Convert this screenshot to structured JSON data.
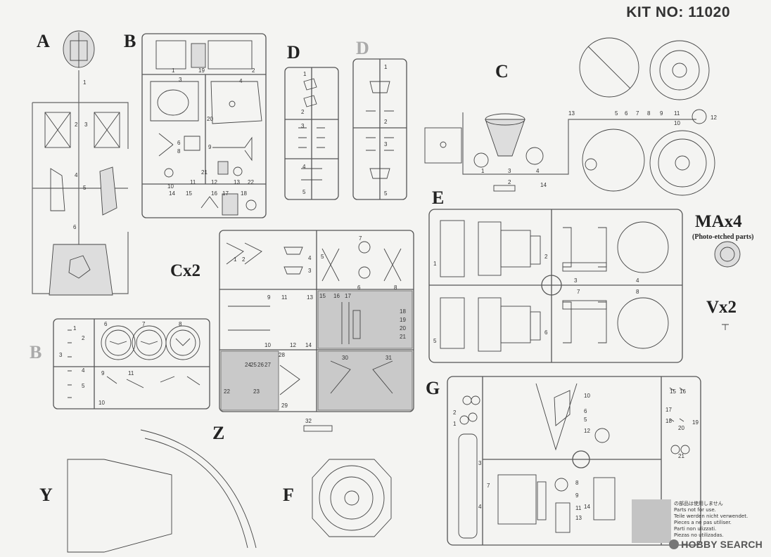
{
  "header": {
    "kit_no": "KIT NO: 11020"
  },
  "sprues": {
    "A": "A",
    "B": "B",
    "B2": "B",
    "C": "C",
    "D": "D",
    "D2": "D",
    "E": "E",
    "F": "F",
    "G": "G",
    "Y": "Y",
    "Z": "Z"
  },
  "multipliers": {
    "cx2": "Cx2",
    "max4": "MAx4",
    "max4_note": "(Photo-etched parts)",
    "vx2": "Vx2"
  },
  "notice": {
    "lines": [
      "の部品は使用しません",
      "Parts not for use.",
      "Teile werden nicht verwendet.",
      "Pieces a ne pas utiliser.",
      "Parti non ulizzati.",
      "Piezas no utilizadas."
    ]
  },
  "watermark": "HOBBY SEARCH",
  "part_numbers": {
    "A": [
      "1",
      "2",
      "3",
      "4",
      "5",
      "6"
    ],
    "B": [
      "1",
      "2",
      "3",
      "4",
      "5",
      "6",
      "7",
      "8",
      "9",
      "10",
      "11",
      "12",
      "13",
      "14",
      "15",
      "16",
      "17",
      "18",
      "19",
      "20",
      "21",
      "22"
    ],
    "C": [
      "1",
      "2",
      "3",
      "4",
      "5",
      "6",
      "7",
      "8",
      "9",
      "10",
      "11",
      "12",
      "13",
      "14"
    ],
    "Z": [
      "1",
      "2",
      "3",
      "4",
      "5",
      "6",
      "7",
      "8",
      "9",
      "10",
      "11",
      "12",
      "13",
      "14",
      "15",
      "16",
      "17",
      "18",
      "19",
      "20",
      "21",
      "22",
      "23",
      "24",
      "25",
      "26",
      "27",
      "28",
      "29",
      "30",
      "31",
      "32"
    ],
    "E": [
      "1",
      "2",
      "3",
      "4",
      "5",
      "6",
      "7",
      "8"
    ],
    "G": [
      "1",
      "2",
      "3",
      "4",
      "5",
      "6",
      "7",
      "8",
      "9",
      "10",
      "11",
      "12",
      "13",
      "14",
      "15",
      "16",
      "17",
      "18",
      "19",
      "20",
      "21"
    ]
  }
}
